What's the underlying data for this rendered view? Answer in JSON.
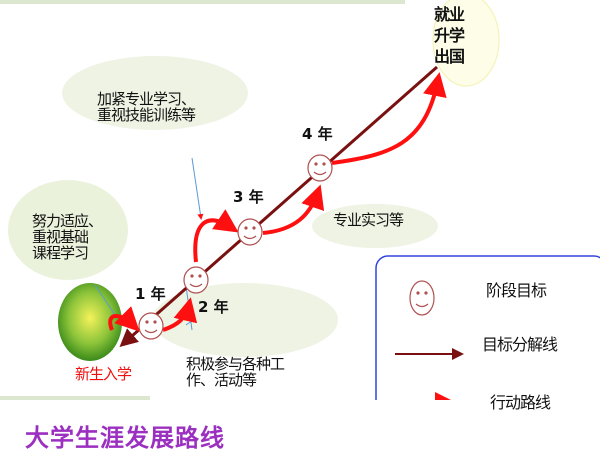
{
  "start": "新生入学",
  "goal": [
    "就业",
    "升学",
    "出国"
  ],
  "years": [
    "1 年",
    "2 年",
    "3 年",
    "4 年"
  ],
  "bubbles": {
    "year1": "努力适应、\n重视基础\n课程学习",
    "year2": "积极参与各种工\n作、活动等",
    "year3": "加紧专业学习、\n重视技能训练等",
    "year4": "专业实习等"
  },
  "legend": {
    "stage_goal": "阶段目标",
    "goal_line": "目标分解线",
    "action_route": "行动路线"
  },
  "title": "大学生涯发展路线",
  "colors": {
    "goal_line": "#7a1010",
    "action_route": "#ff1010",
    "title": "#9b2fc0",
    "legend_border": "#3344dd"
  }
}
